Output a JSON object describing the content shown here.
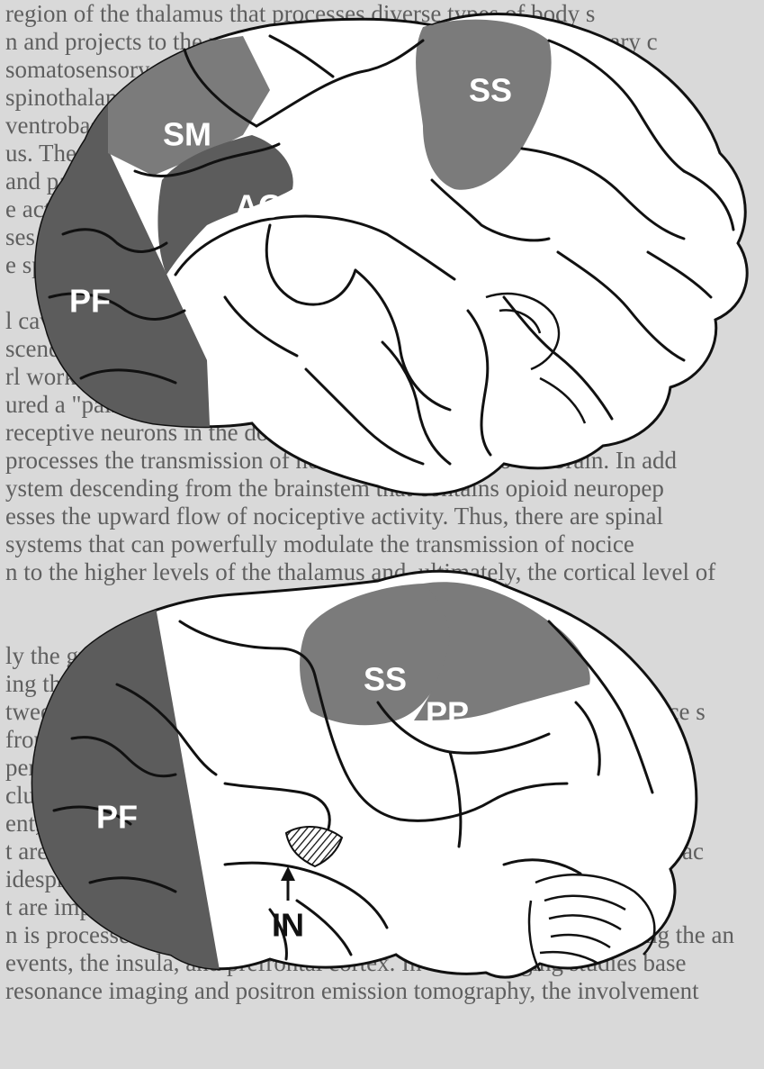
{
  "background_text": {
    "block1": [
      "region of the thalamus that processes diverse types of body s",
      "n and projects to the primary somatosensory cortex. This primary c",
      "somatosensory processing of body stimuli. A sep",
      "spinothalamic tract, as well as nociceptive signals transmitted throug",
      "ventrobasal nucleus, send their projections to the specialized nucl",
      "us. These thalamic nuclei project to many different regions, main",
      "and parietal lobes. Thus, there are many areas through w",
      "e activity reach the cortex, unlike the classical somatosensory system",
      "ses the mechanisms that may make wider control be it pain or not.",
      "e spinal animal."
    ],
    "block2": [
      "l caveats are required before using simplistic pain models of st",
      "scending inputs in producing pain sensations and in the sense of th",
      "rl work on pain. Consequently, there are special systems, that s",
      "ured a \"pain pathway\", \"pain neurons\", or \"a pain center\". So",
      "receptive neurons in the dorsal horn of the spinal cord",
      "processes the transmission of nociceptive activity to the brain. In add",
      "ystem descending from the brainstem that contains opioid neuropep",
      "esses the upward flow of nociceptive activity. Thus, there are spinal",
      "systems that can powerfully modulate the transmission of nocice",
      "n to the higher levels of the thalamus and, ultimately, the cortical level of"
    ],
    "block3": [
      "ly the greatest advance in knowledge about pain in recent ye",
      "ing the central processing. This region is of particular importan",
      "tween sensory and affective components of pain. Anatomical evidence s",
      "from body pain areas in the cortex that are involved in pain",
      "perception. This figure shows several properties of these",
      "cluding location, stimulus characteristics, etc. Cortical areas in",
      "ent, are probably involved in the sensory discrimination of pain",
      "t area of the insula, is important in the emotional reaction to pain and ac",
      "idespread. Thus, the frontal and limbic cortex, affecting all c",
      "t are important in the processing of pain. The emotional unpleas",
      "n is processed in multiple higher-order areas of the cortex, including the an",
      "events, the insula, and prefrontal cortex. In brain imaging studies base",
      "resonance imaging and positron emission tomography, the involvement"
    ]
  },
  "figure": {
    "colors": {
      "dark_region": "#5c5c5c",
      "medium_region": "#7b7b7b",
      "light_region": "#b9b9b9",
      "outline": "#111111",
      "brain_fill": "#ffffff"
    },
    "top_brain": {
      "labels": {
        "ss": "SS",
        "sm": "SM",
        "ac": "AC",
        "pf": "PF"
      }
    },
    "bottom_brain": {
      "labels": {
        "ss": "SS",
        "pp": "PP",
        "pf": "PF",
        "in": "IN"
      }
    }
  }
}
